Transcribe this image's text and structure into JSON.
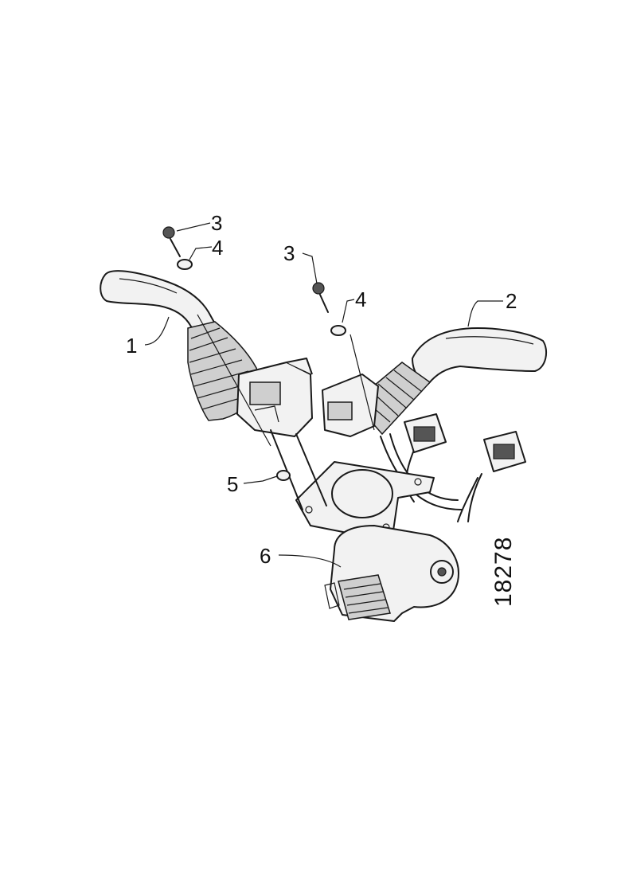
{
  "callouts": [
    {
      "id": "c1",
      "text": "1"
    },
    {
      "id": "c2",
      "text": "2"
    },
    {
      "id": "c3a",
      "text": "3"
    },
    {
      "id": "c4a",
      "text": "4"
    },
    {
      "id": "c3b",
      "text": "3"
    },
    {
      "id": "c4b",
      "text": "4"
    },
    {
      "id": "c5",
      "text": "5"
    },
    {
      "id": "c6",
      "text": "6"
    }
  ],
  "reference_number": "18278"
}
